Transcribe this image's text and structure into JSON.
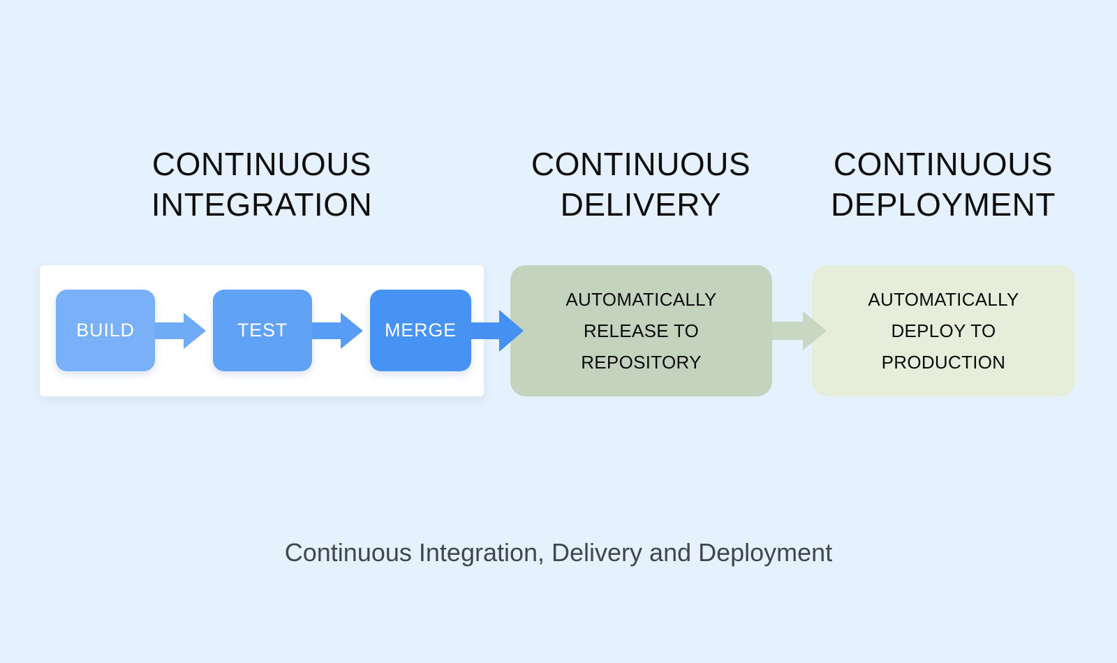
{
  "canvas": {
    "background_color": "#e5f1fc"
  },
  "headings": [
    {
      "line1": "CONTINUOUS",
      "line2": "INTEGRATION"
    },
    {
      "line1": "CONTINUOUS",
      "line2": "DELIVERY"
    },
    {
      "line1": "CONTINUOUS",
      "line2": "DEPLOYMENT"
    }
  ],
  "pipeline": {
    "panel_color": "#ffffff",
    "steps": [
      {
        "label": "BUILD",
        "color": "#79b0f8"
      },
      {
        "label": "TEST",
        "color": "#60a2f6"
      },
      {
        "label": "MERGE",
        "color": "#4793f4"
      }
    ]
  },
  "delivery_box": {
    "color": "#c3d3be",
    "lines": [
      "AUTOMATICALLY",
      "RELEASE TO",
      "REPOSITORY"
    ]
  },
  "deployment_box": {
    "color": "#e6edda",
    "lines": [
      "AUTOMATICALLY",
      "DEPLOY TO",
      "PRODUCTION"
    ]
  },
  "connectors": {
    "build_to_test": {
      "color": "#6fabf7"
    },
    "test_to_merge": {
      "color": "#579cf5"
    },
    "merge_to_delivery": {
      "color": "#4590f3"
    },
    "delivery_to_deployment": {
      "color": "#c8d7c2"
    }
  },
  "caption": "Continuous Integration, Delivery and Deployment"
}
